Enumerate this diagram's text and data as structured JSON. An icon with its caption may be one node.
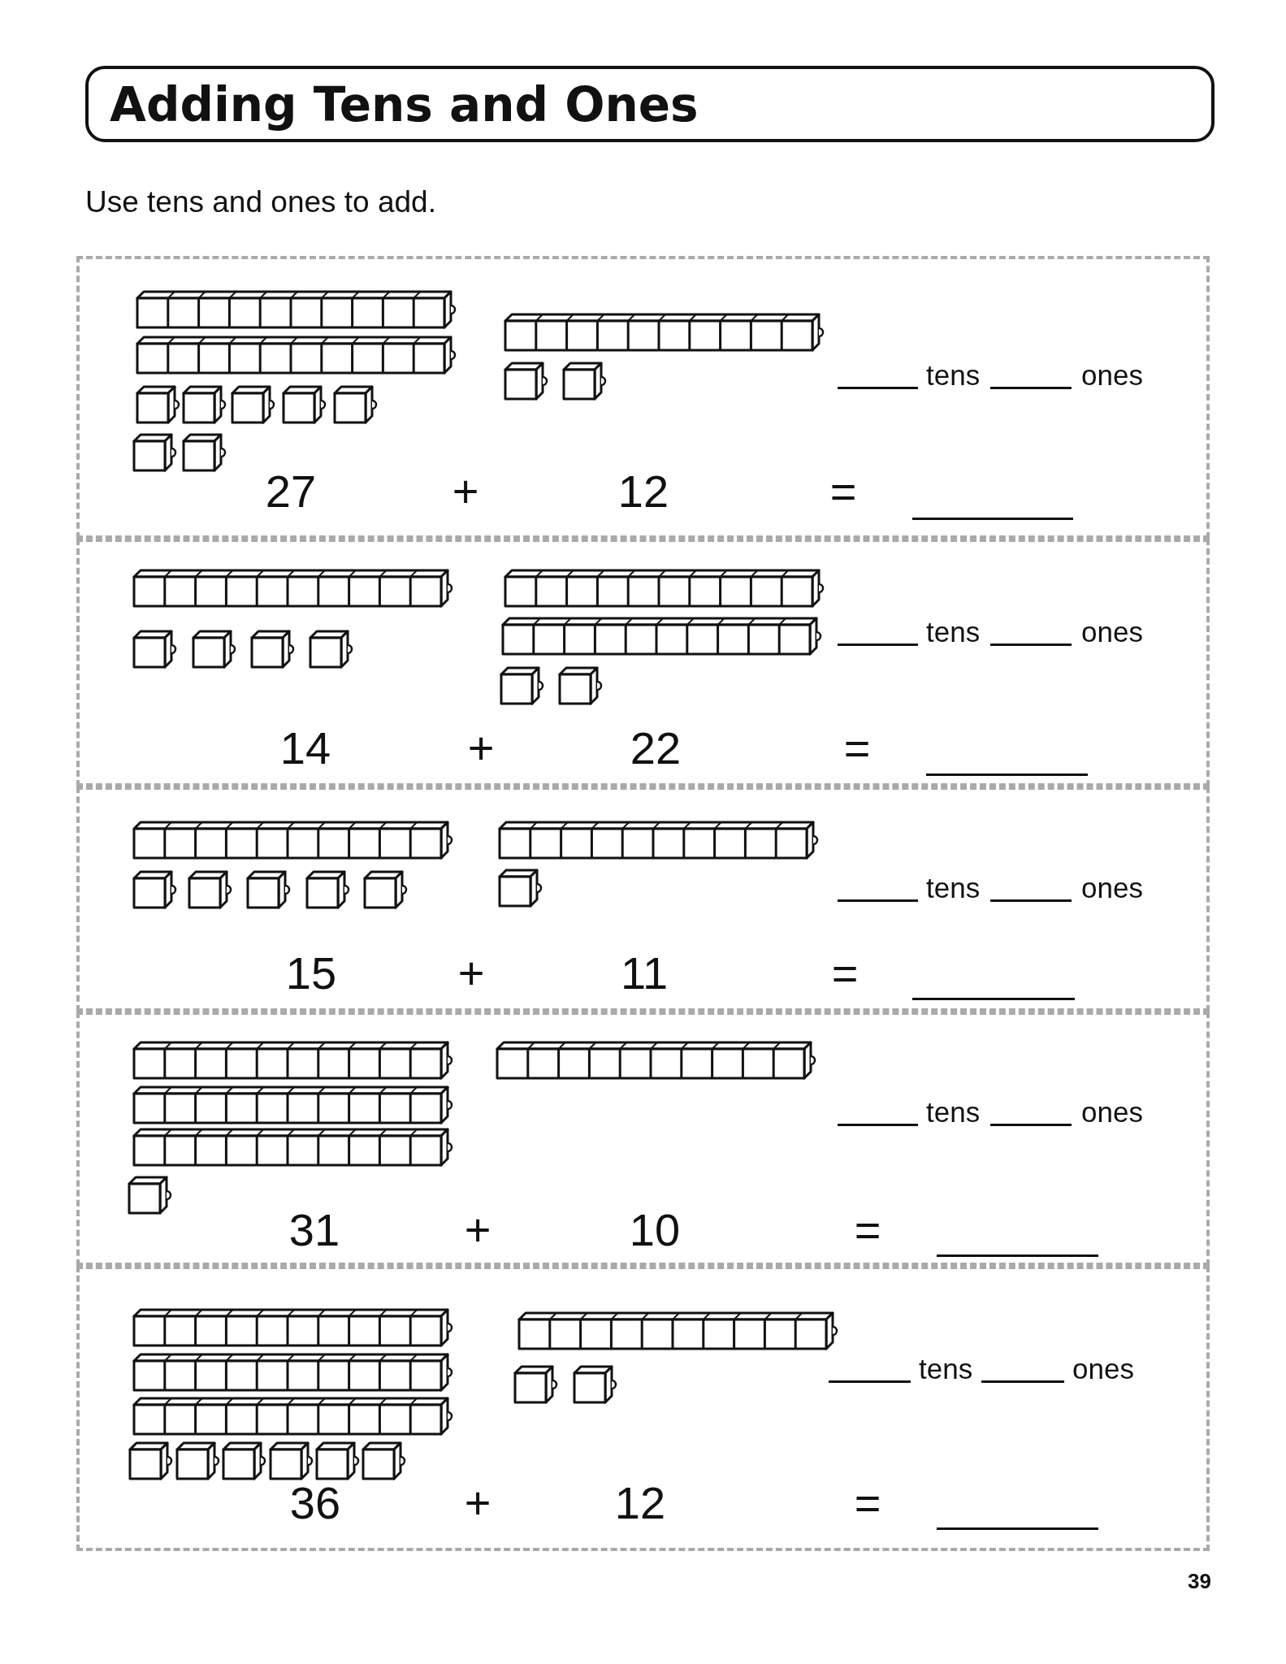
{
  "diagram": {
    "title": "Adding Tens and Ones",
    "nodes": [
      {
        "text": [
          "tens",
          "ones",
          "27",
          "+",
          "12",
          "="
        ]
      },
      {
        "text": [
          "tens",
          "ones",
          "14",
          "+",
          "22",
          "="
        ]
      },
      {
        "text": [
          "tens",
          "ones",
          "15",
          "+",
          "11",
          "="
        ]
      },
      {
        "text": [
          "tens",
          "ones",
          "31",
          "+",
          "10",
          "="
        ]
      },
      {
        "text": [
          "tens",
          "ones",
          "36",
          "+",
          "12",
          "="
        ]
      }
    ],
    "labels": [
      "Use tens and ones to add.",
      "39"
    ]
  }
}
